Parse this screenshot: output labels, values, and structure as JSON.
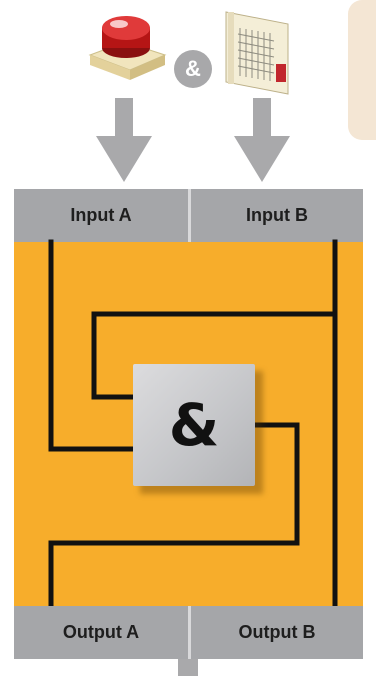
{
  "header": {
    "and_symbol": "&"
  },
  "diagram": {
    "input_a_label": "Input A",
    "input_b_label": "Input B",
    "output_a_label": "Output A",
    "output_b_label": "Output B",
    "gate_label": "&"
  },
  "colors": {
    "board": "#f7ad2b",
    "header_bar": "#a5a6a9",
    "arrow": "#a9a9ab",
    "wire": "#111111",
    "gate_face": "#c7c8ca",
    "badge": "#a8a8aa"
  },
  "icons": [
    "push-button-icon",
    "light-curtain-icon",
    "arrow-down-icon"
  ]
}
